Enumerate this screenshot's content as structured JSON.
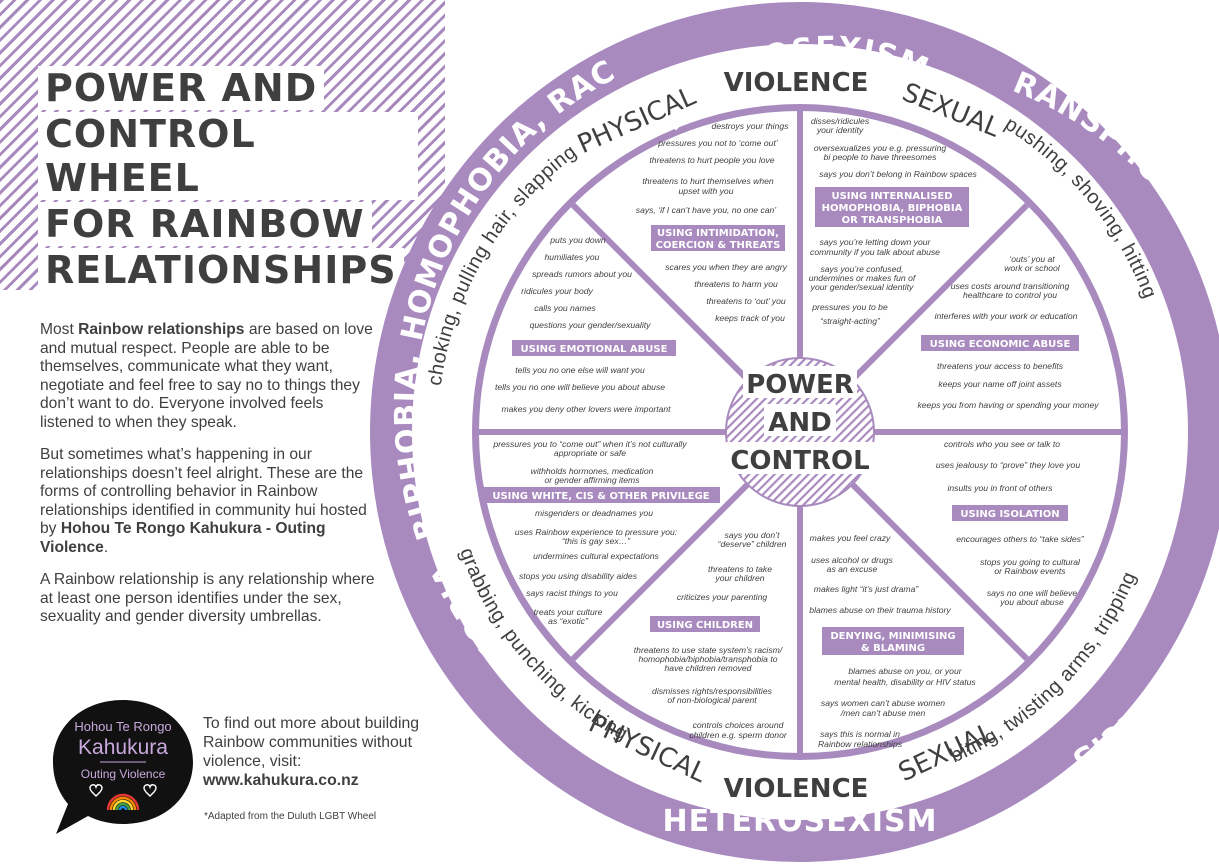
{
  "title": {
    "line1": "POWER AND",
    "line2": "CONTROL WHEEL",
    "line3": "FOR RAINBOW",
    "line4": "RELATIONSHIPS"
  },
  "intro": {
    "p1_a": "Most ",
    "p1_b": "Rainbow relationships",
    "p1_c": " are based on love and mutual respect. People are able to be themselves, communicate what they want, negotiate and feel free to say no to things they don’t want to do. Everyone involved feels listened to when they speak.",
    "p2_a": "But sometimes what’s happening in our relationships doesn’t feel alright. These are the forms of controlling behavior in Rainbow relationships identified in community hui hosted by ",
    "p2_b": "Hohou Te Rongo Kahukura - Outing Violence",
    "p2_c": ".",
    "p3": "A Rainbow relationship is any relationship where at least one person identifies under the sex, sexuality and gender diversity umbrellas."
  },
  "logo": {
    "line1": "Hohou Te Rongo",
    "line2": "Kahukura",
    "line3": "Outing Violence"
  },
  "findout": {
    "text": "To find out more about building Rainbow communities without violence, visit:",
    "url": "www.kahukura.co.nz"
  },
  "adapted": "*Adapted from the Duluth LGBT Wheel",
  "colors": {
    "purple": "#a98abf",
    "dark_purple": "#8c6aa8",
    "text": "#3f3f3f"
  },
  "wheel": {
    "outer": {
      "top": "HETEROSEXISM",
      "bottom": "HETEROSEXISM",
      "left": "TRANSPHOBIA, BIPHOBIA, HOMOPHOBIA, RACISM",
      "right": "TRANSPHOBIA, BIPHOBIA, HOMOPHOBIA, RACISM"
    },
    "violence": {
      "physical": "PHYSICAL",
      "violence": "VIOLENCE",
      "sexual": "SEXUAL",
      "top_left": "choking, pulling hair, slapping",
      "top_right": "pushing, shoving, hitting",
      "bottom_left": "grabbing, punching, kicking",
      "bottom_right": "biting, twisting arms, tripping"
    },
    "center": {
      "l1": "POWER",
      "l2": "AND",
      "l3": "CONTROL"
    },
    "sections": {
      "intimidation": {
        "header": [
          "USING INTIMIDATION,",
          "COERCION & THREATS"
        ],
        "items": [
          "destroys your things",
          "pressures you not to ‘come out’",
          "threatens to hurt people you love",
          "threatens to hurt themselves when",
          "upset with you",
          "says, ‘if I can’t have you, no one can’",
          "scares you when they are angry",
          "threatens to harm you",
          "threatens to ‘out’ you",
          "keeps track of you"
        ]
      },
      "internalised": {
        "header": [
          "USING INTERNALISED",
          "HOMOPHOBIA, BIPHOBIA",
          "OR TRANSPHOBIA"
        ],
        "items": [
          "disses/ridicules",
          "your identity",
          "oversexualizes you e.g. pressuring",
          "bi people to have threesomes",
          "says you don’t belong in Rainbow spaces",
          "says you’re letting down your",
          "community if you talk about abuse",
          "says you’re confused,",
          "undermines or makes fun of",
          "your gender/sexual identity",
          "pressures you to be",
          "“straight-acting”"
        ]
      },
      "emotional": {
        "header": [
          "USING EMOTIONAL ABUSE"
        ],
        "items": [
          "puts you down",
          "humiliates you",
          "spreads rumors about you",
          "ridicules your body",
          "calls you names",
          "questions your gender/sexuality",
          "tells you no one else will want you",
          "tells you no one will believe you about abuse",
          "makes you deny other lovers were important"
        ]
      },
      "economic": {
        "header": [
          "USING ECONOMIC ABUSE"
        ],
        "items": [
          "‘outs’ you at",
          "work or school",
          "uses costs around transitioning",
          "healthcare to control you",
          "interferes with your work or education",
          "threatens your access to benefits",
          "keeps your name off joint assets",
          "keeps you from having or spending your money"
        ]
      },
      "privilege": {
        "header": [
          "USING WHITE, CIS & OTHER PRIVILEGE"
        ],
        "items": [
          "pressures you to “come out” when it’s not culturally",
          "appropriate or safe",
          "withholds hormones, medication",
          "or gender affirming items",
          "misgenders or deadnames you",
          "uses Rainbow experience to pressure you:",
          "“this is gay sex…”",
          "undermines cultural expectations",
          "stops you using disability aides",
          "says racist things to you",
          "treats your culture",
          "as “exotic”"
        ]
      },
      "isolation": {
        "header": [
          "USING ISOLATION"
        ],
        "items": [
          "controls who you see or talk to",
          "uses jealousy to “prove” they love you",
          "insults you in front of others",
          "encourages others to “take sides”",
          "stops you going to cultural",
          "or Rainbow events",
          "says no one will believe",
          "you about abuse"
        ]
      },
      "children": {
        "header": [
          "USING CHILDREN"
        ],
        "items": [
          "says you don’t",
          "“deserve” children",
          "threatens to take",
          "your children",
          "criticizes your parenting",
          "threatens to use state system’s racism/",
          "homophobia/biphobia/transphobia to",
          "have children removed",
          "dismisses rights/responsibilities",
          "of non-biological parent",
          "controls choices around",
          "children e.g. sperm donor"
        ]
      },
      "denying": {
        "header": [
          "DENYING, MINIMISING",
          "& BLAMING"
        ],
        "items": [
          "makes you feel crazy",
          "uses alcohol or drugs",
          "as an excuse",
          "makes light “it’s just drama”",
          "blames abuse on their trauma history",
          "blames abuse on you, or your",
          "mental health, disability or HIV status",
          "says women can’t abuse women",
          "/men can’t abuse men",
          "says this is normal in",
          "Rainbow relationships"
        ]
      }
    }
  }
}
